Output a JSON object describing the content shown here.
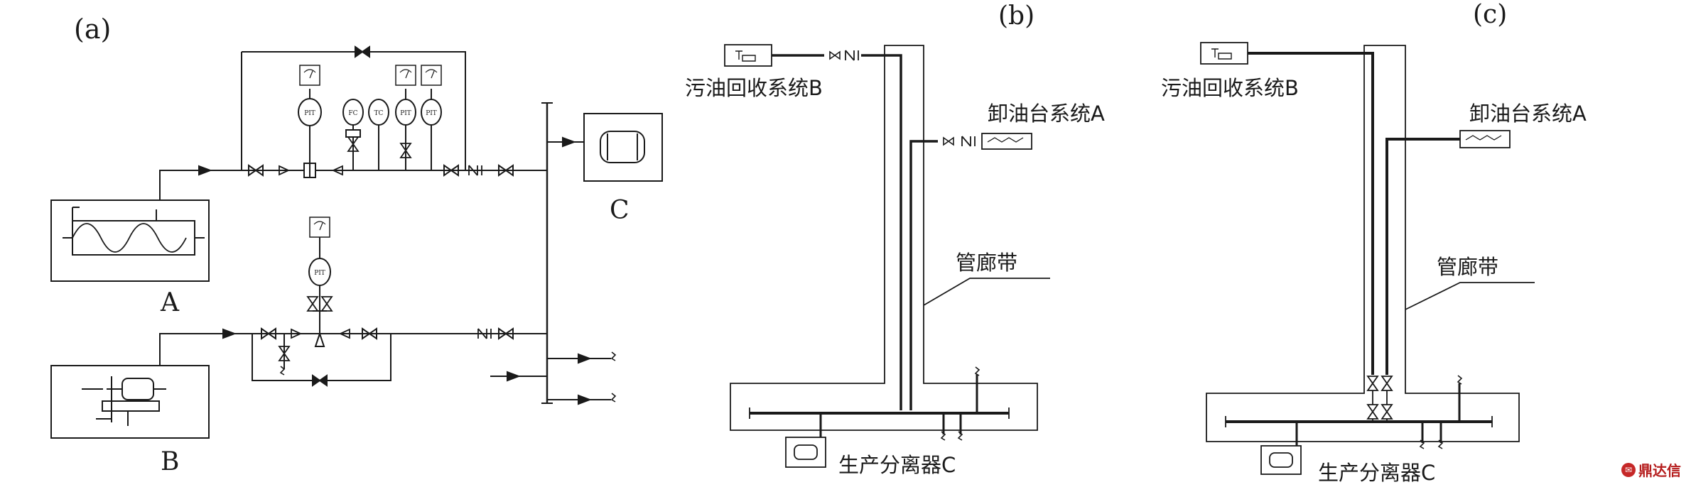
{
  "panels": {
    "a": {
      "tag": "(a)",
      "label_a": "A",
      "label_b": "B",
      "label_c": "C",
      "instruments": [
        "PIT",
        "FC",
        "TC",
        "PIT",
        "PIT"
      ],
      "pit_lower": "PIT"
    },
    "b": {
      "tag": "(b)",
      "sewage": "污油回收系统B",
      "unload": "卸油台系统A",
      "corridor": "管廊带",
      "separator": "生产分离器C"
    },
    "c": {
      "tag": "(c)",
      "sewage": "污油回收系统B",
      "unload": "卸油台系统A",
      "corridor": "管廊带",
      "separator": "生产分离器C"
    }
  },
  "watermark": {
    "text": "鼎达信",
    "icon": "logo-icon"
  },
  "colors": {
    "line": "#1a1a1a",
    "bg": "#ffffff",
    "watermark": "#b51d1d"
  }
}
